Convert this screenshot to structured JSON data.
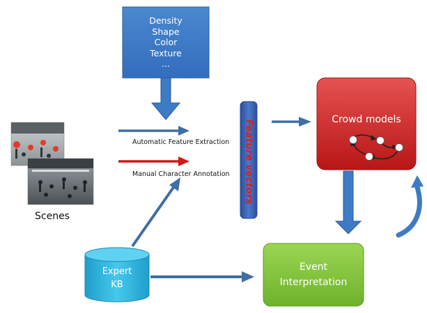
{
  "features_box": {
    "items": [
      "Density",
      "Shape",
      "Color",
      "Texture",
      "..."
    ]
  },
  "labels": {
    "scenes": "Scenes",
    "auto_extraction": "Automatic Feature Extraction",
    "manual_annotation": "Manual Character Annotation",
    "feature_vectors": "Feature vectors",
    "crowd_models": "Crowd models",
    "expert_line1": "Expert",
    "expert_line2": "KB",
    "event_line1": "Event",
    "event_line2": "Interpretation"
  },
  "colors": {
    "features_box": "#3d7bc4",
    "arrow_blue": "#3e6ea4",
    "arrow_red": "#d01818",
    "feature_vectors_bar": "#3c64b8",
    "crowd_models_box": "#d42a2a",
    "expert_kb_cylinder": "#2bb7df",
    "event_box": "#86c83a"
  }
}
